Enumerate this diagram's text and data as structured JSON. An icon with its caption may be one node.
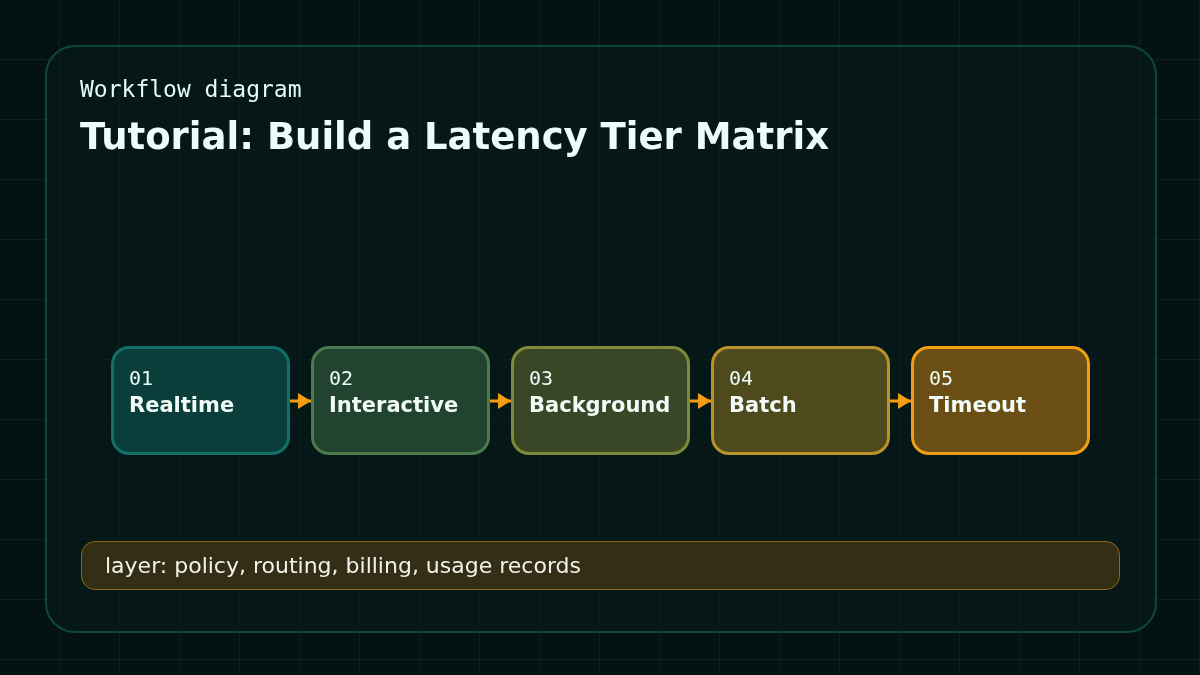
{
  "diagram": {
    "title": "Tutorial: Build a Latency Tier Matrix",
    "nodes": [
      {
        "text": [
          "01",
          "Realtime"
        ]
      },
      {
        "text": [
          "02",
          "Interactive"
        ]
      },
      {
        "text": [
          "03",
          "Background"
        ]
      },
      {
        "text": [
          "04",
          "Batch"
        ]
      },
      {
        "text": [
          "05",
          "Timeout"
        ]
      },
      {
        "text": [
          "layer: policy, routing, billing, usage records"
        ]
      }
    ],
    "edges": [
      {
        "from": 0,
        "to": 1,
        "arrow": "to"
      },
      {
        "from": 1,
        "to": 2,
        "arrow": "to"
      },
      {
        "from": 2,
        "to": 3,
        "arrow": "to"
      },
      {
        "from": 3,
        "to": 4,
        "arrow": "to"
      }
    ],
    "labels": [
      "Workflow diagram"
    ]
  }
}
